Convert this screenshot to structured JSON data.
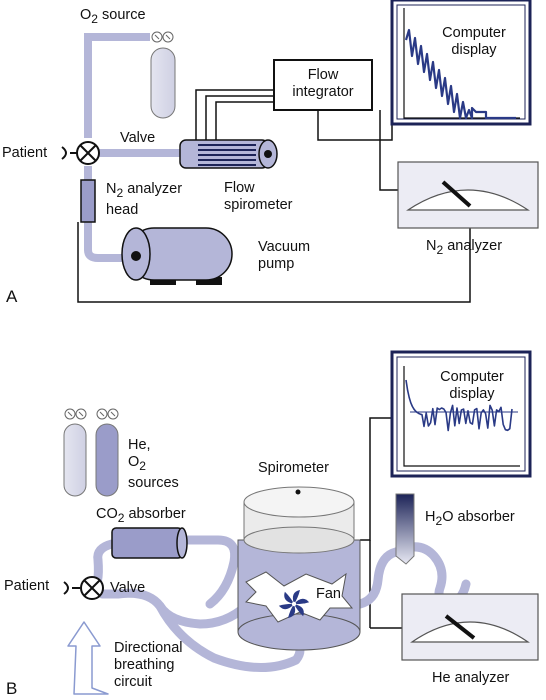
{
  "panel_a": {
    "letter": "A",
    "o2_source": {
      "prefix": "O",
      "sub": "2",
      "suffix": " source"
    },
    "patient": "Patient",
    "valve": "Valve",
    "n2_head": {
      "prefix": "N",
      "sub": "2",
      "line1_suffix": " analyzer",
      "line2": "head"
    },
    "flow_integrator": {
      "line1": "Flow",
      "line2": "integrator"
    },
    "computer_display": {
      "line1": "Computer",
      "line2": "display"
    },
    "flow_spirometer": {
      "line1": "Flow",
      "line2": "spirometer"
    },
    "vacuum_pump": {
      "line1": "Vacuum",
      "line2": "pump"
    },
    "n2_analyzer": {
      "prefix": "N",
      "sub": "2",
      "suffix": " analyzer"
    }
  },
  "panel_b": {
    "letter": "B",
    "computer_display": {
      "line1": "Computer",
      "line2": "display"
    },
    "gas_sources": {
      "line1": "He,",
      "line2_prefix": "O",
      "line2_sub": "2",
      "line3": "sources"
    },
    "spirometer": "Spirometer",
    "co2_absorber": {
      "prefix": "CO",
      "sub": "2",
      "suffix": " absorber"
    },
    "h2o_absorber": {
      "prefix": "H",
      "sub": "2",
      "suffix": "O absorber"
    },
    "patient": "Patient",
    "valve": "Valve",
    "fan": "Fan",
    "directional": {
      "line1": "Directional",
      "line2": "breathing",
      "line3": "circuit"
    },
    "he_analyzer": "He analyzer"
  },
  "colors": {
    "tube": "#b4b6d8",
    "cylinder_fill": "#8f92c2",
    "dark_navy": "#1c2357",
    "display_trace": "#2a3a86",
    "panel_fill": "#ececf4"
  }
}
